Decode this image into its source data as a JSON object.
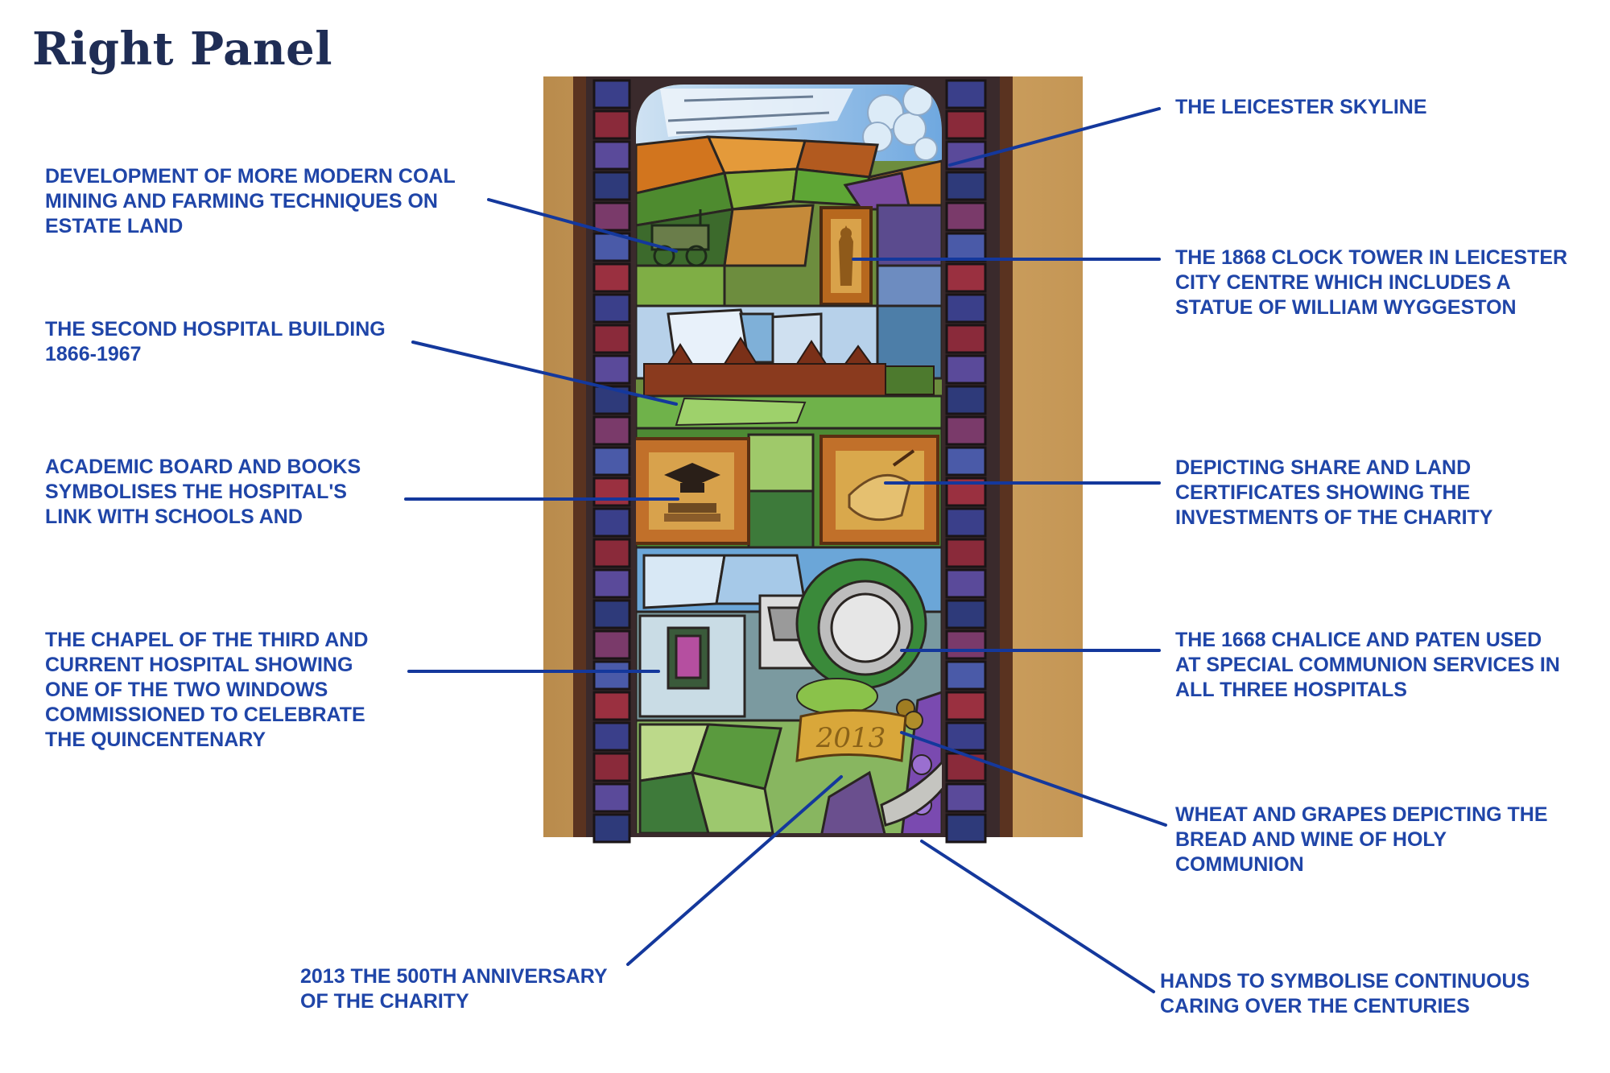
{
  "title": "Right Panel",
  "colors": {
    "label": "#1f45a8",
    "leader_line": "#14389c",
    "title": "#1f2d55"
  },
  "labels": {
    "skyline": [
      "THE LEICESTER SKYLINE"
    ],
    "coal": [
      "DEVELOPMENT OF MORE MODERN COAL",
      "MINING AND FARMING TECHNIQUES ON",
      "ESTATE LAND"
    ],
    "clock": [
      "THE 1868 CLOCK TOWER IN LEICESTER",
      "CITY CENTRE WHICH INCLUDES A",
      "STATUE OF WILLIAM WYGGESTON"
    ],
    "hospital": [
      "THE SECOND HOSPITAL BUILDING",
      "1866-1967"
    ],
    "academic": [
      "ACADEMIC BOARD AND BOOKS",
      "SYMBOLISES THE HOSPITAL'S",
      "LINK WITH SCHOOLS AND"
    ],
    "share": [
      "DEPICTING SHARE AND LAND",
      "CERTIFICATES SHOWING THE",
      "INVESTMENTS OF THE CHARITY"
    ],
    "chapel": [
      "THE CHAPEL OF THE THIRD AND",
      "CURRENT HOSPITAL SHOWING",
      "ONE OF THE TWO WINDOWS",
      "COMMISSIONED TO CELEBRATE",
      "THE QUINCENTENARY"
    ],
    "chalice": [
      "THE 1668 CHALICE AND PATEN USED",
      "AT SPECIAL COMMUNION SERVICES IN",
      "ALL THREE HOSPITALS"
    ],
    "wheat": [
      "WHEAT AND GRAPES DEPICTING THE",
      "BREAD AND WINE OF HOLY",
      "COMMUNION"
    ],
    "anniversary": [
      "2013 THE 500TH ANNIVERSARY",
      "OF THE CHARITY"
    ],
    "hands": [
      "HANDS TO SYMBOLISE CONTINUOUS",
      "CARING OVER THE CENTURIES"
    ]
  },
  "window": {
    "scroll_year": "2013"
  }
}
